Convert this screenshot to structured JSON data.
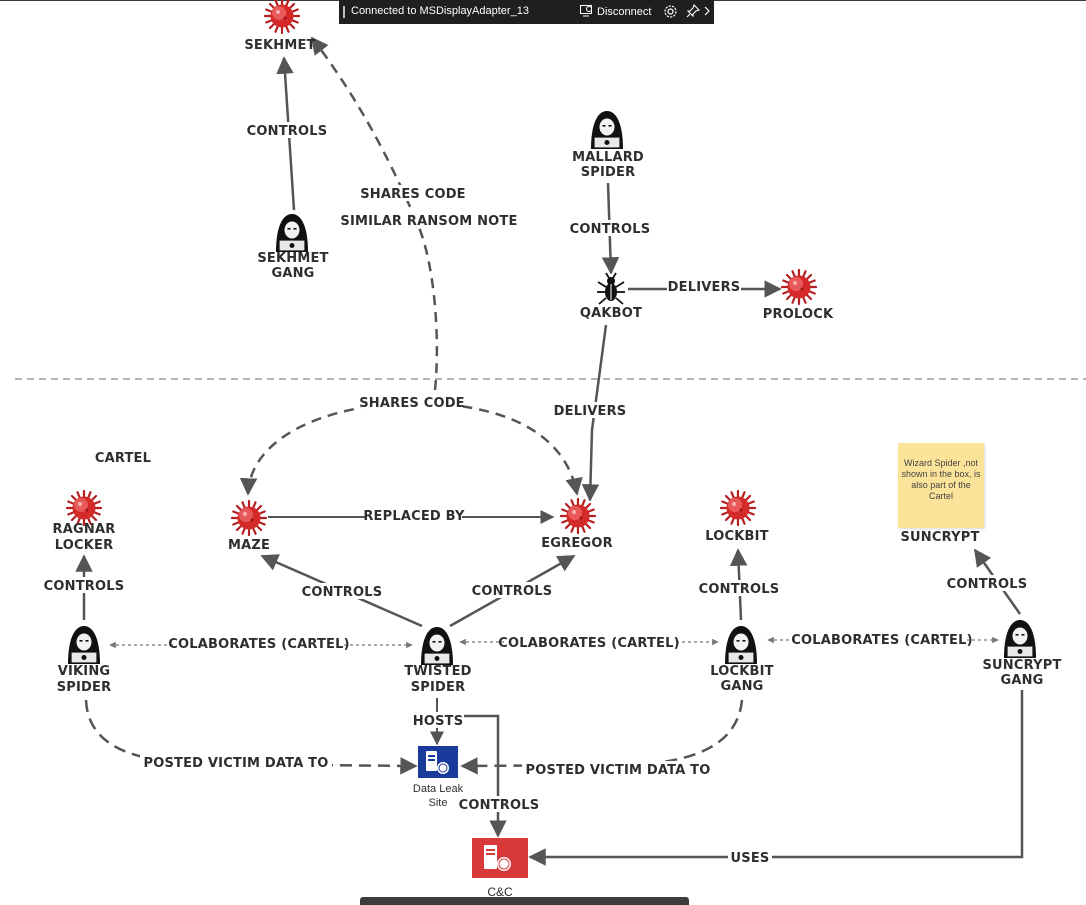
{
  "rdp_bar": {
    "connection": "Connected to MSDisplayAdapter_13",
    "disconnect": "Disconnect",
    "icons": [
      "disconnect-icon",
      "settings-gear-icon",
      "pin-icon",
      "chevron-right-icon"
    ]
  },
  "nodes": {
    "sekhmet": "SEKHMET",
    "sekhmet_gang": [
      "SEKHMET",
      "GANG"
    ],
    "mallard_spider": [
      "MALLARD",
      "SPIDER"
    ],
    "qakbot": "QAKBOT",
    "prolock": "PROLOCK",
    "cartel": "CARTEL",
    "ragnar_locker": [
      "RAGNAR",
      "LOCKER"
    ],
    "maze": "MAZE",
    "egregor": "EGREGOR",
    "lockbit": "LOCKBIT",
    "suncrypt": "SUNCRYPT",
    "viking_spider": [
      "VIKING",
      "SPIDER"
    ],
    "twisted_spider": [
      "TWISTED",
      "SPIDER"
    ],
    "lockbit_gang": [
      "LOCKBIT",
      "GANG"
    ],
    "suncrypt_gang": [
      "SUNCRYPT",
      "GANG"
    ],
    "data_leak_site": [
      "Data Leak",
      "Site"
    ],
    "cc": "C&C"
  },
  "edges": {
    "controls": "CONTROLS",
    "shares_code": "SHARES CODE",
    "similar_ransom_note": "SIMILAR RANSOM NOTE",
    "delivers": "DELIVERS",
    "replaced_by": "REPLACED BY",
    "colaborates": "COLABORATES (CARTEL)",
    "hosts": "HOSTS",
    "posted_victim_data": "POSTED VICTIM DATA TO",
    "uses": "USES"
  },
  "note": "Wizard Spider ,not shown in the box, is also part of the Cartel",
  "colors": {
    "virus": "#d42a2a",
    "hacker": "#111111",
    "leak_site": "#1a3a9c",
    "cc_server": "#d93838",
    "note": "#fbe39a",
    "line": "#555555"
  }
}
